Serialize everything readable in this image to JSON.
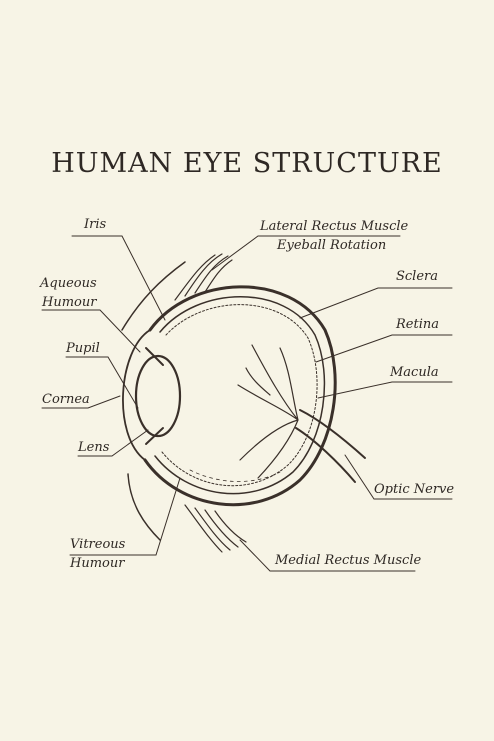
{
  "title": "HUMAN EYE STRUCTURE",
  "labels": {
    "iris": "Iris",
    "aqueous_humour_1": "Aqueous",
    "aqueous_humour_2": "Humour",
    "pupil": "Pupil",
    "cornea": "Cornea",
    "lens": "Lens",
    "vitreous_humour_1": "Vitreous",
    "vitreous_humour_2": "Humour",
    "lateral_rectus_1": "Lateral Rectus Muscle",
    "lateral_rectus_2": "Eyeball Rotation",
    "sclera": "Sclera",
    "retina": "Retina",
    "macula": "Macula",
    "optic_nerve": "Optic Nerve",
    "medial_rectus": "Medial Rectus Muscle"
  },
  "colors": {
    "background": "#f7f4e6",
    "ink": "#2e2824"
  }
}
